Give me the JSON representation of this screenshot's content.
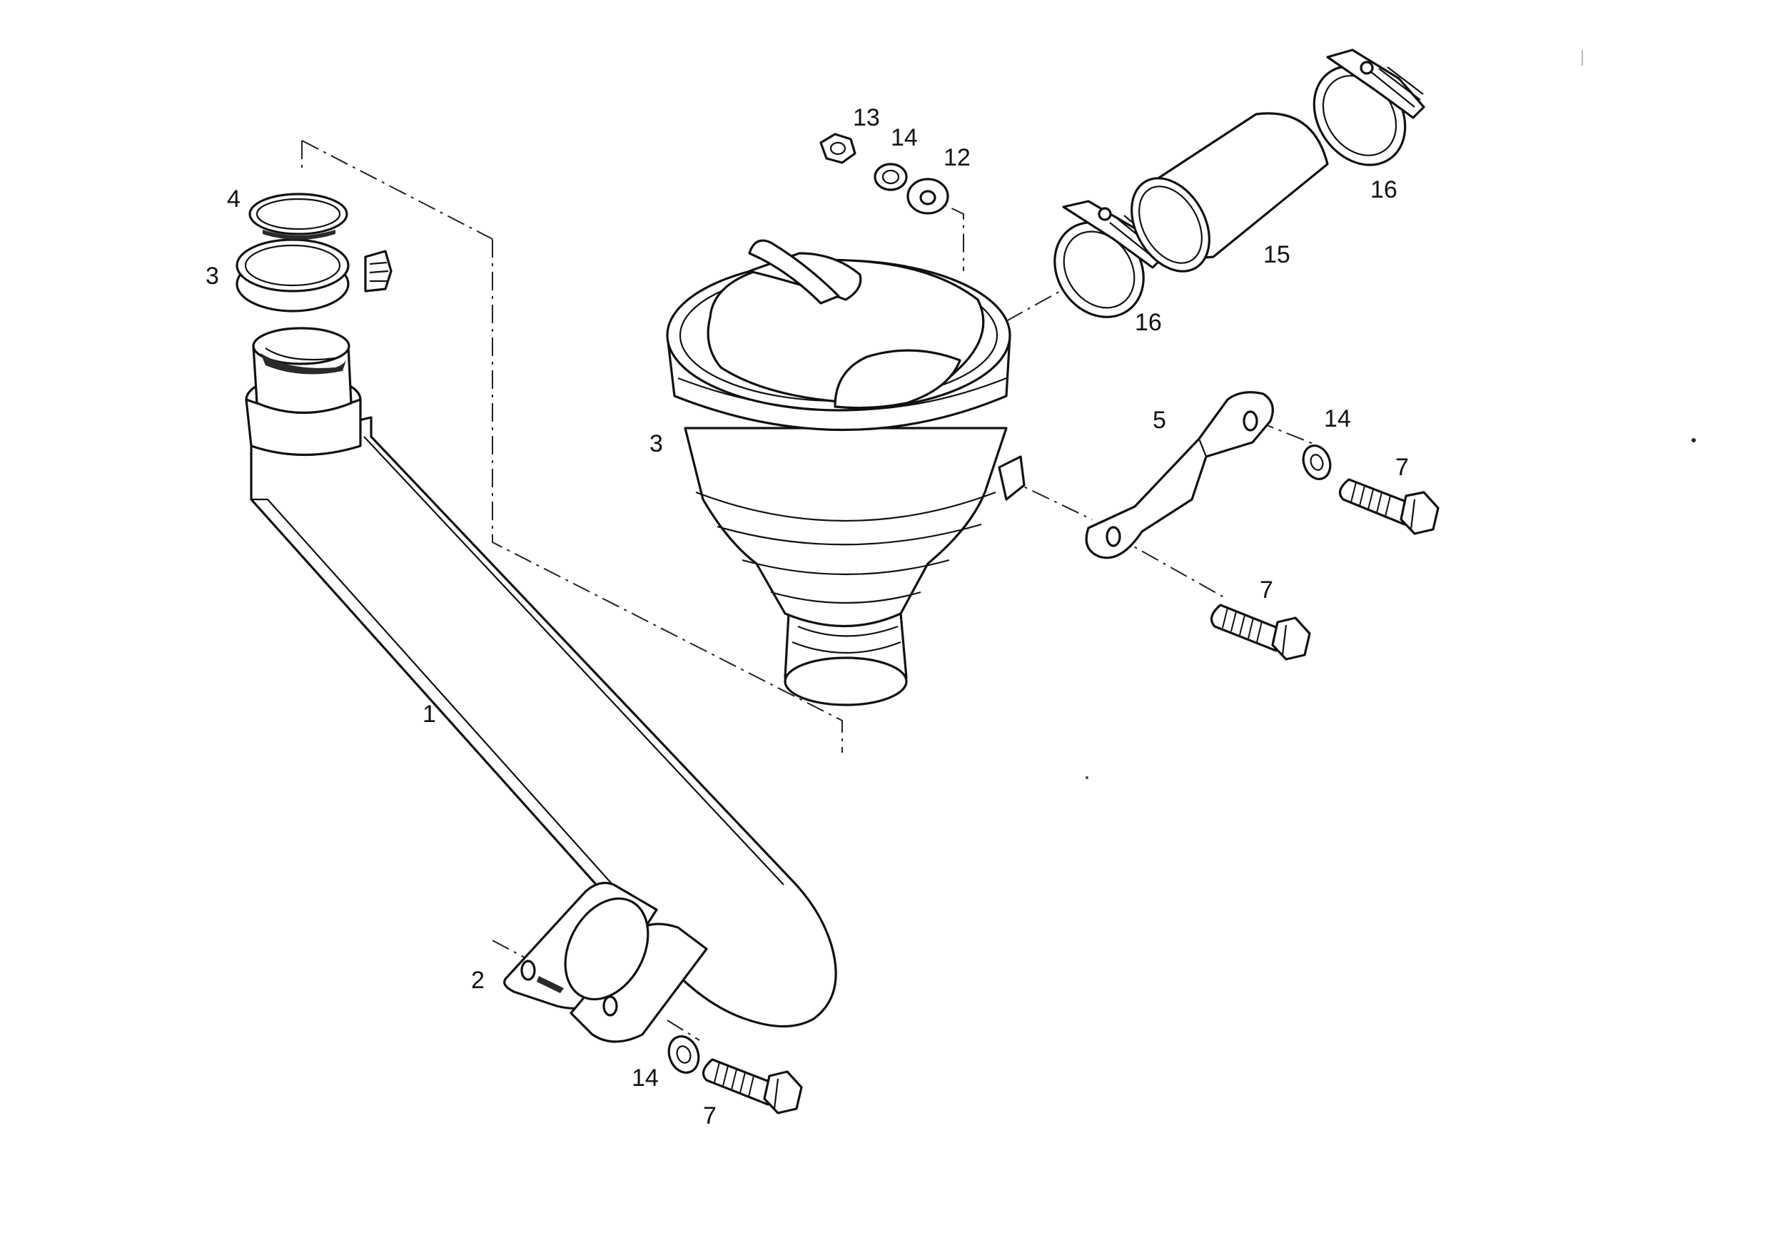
{
  "diagram": {
    "callouts": {
      "pipe_1": "1",
      "flange_2": "2",
      "clamp_3_top": "3",
      "housing_3": "3",
      "ring_4": "4",
      "bracket_5": "5",
      "bolt_7_right": "7",
      "bolt_7_mid": "7",
      "bolt_7_bottom": "7",
      "washer_12": "12",
      "nut_13": "13",
      "washer_14_top": "14",
      "washer_14_right": "14",
      "washer_14_bottom": "14",
      "hose_15": "15",
      "clamp_16_upper": "16",
      "clamp_16_lower": "16"
    }
  }
}
